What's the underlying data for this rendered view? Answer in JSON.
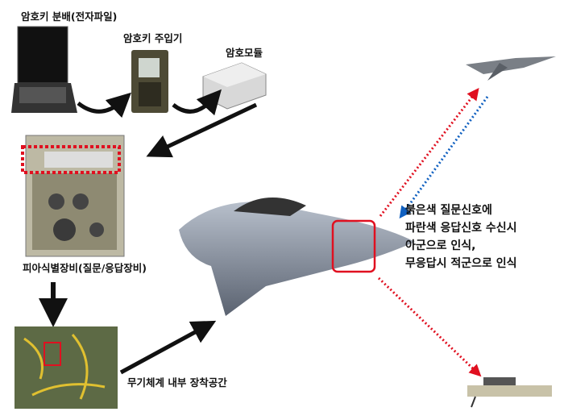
{
  "labels": {
    "key_distribution": "암호키 분배(전자파일)",
    "key_loader": "암호키 주입기",
    "crypto_module": "암호모듈",
    "iff_equipment": "피아식별장비(질문/응답장비)",
    "weapon_bay": "무기체계 내부 장착공간"
  },
  "note_lines": [
    "붉은색 질문신호에",
    "파란색 응답신호 수신시",
    "아군으로 인식,",
    "무응답시 적군으로 인식"
  ],
  "colors": {
    "interrogation_signal": "#e01020",
    "reply_signal": "#1060c0",
    "highlight": "#e01020"
  }
}
